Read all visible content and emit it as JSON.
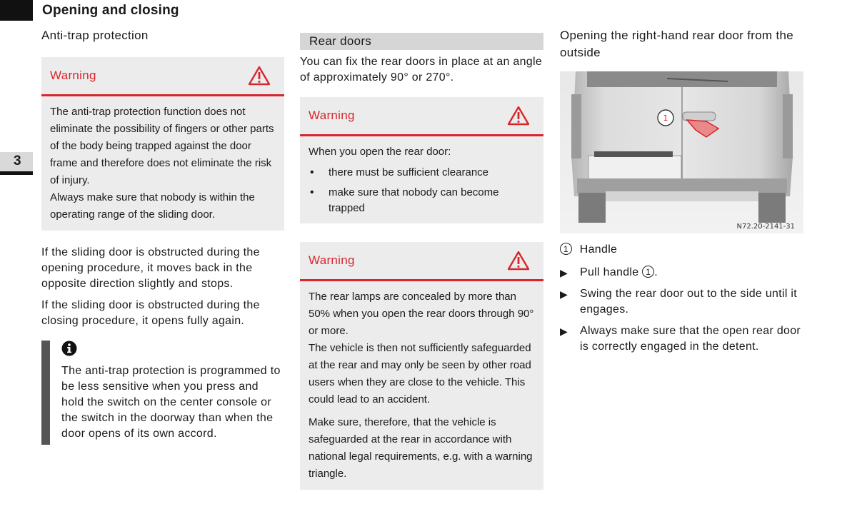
{
  "header": {
    "title": "Opening and closing",
    "chapter": "3"
  },
  "col1": {
    "subhead": "Anti-trap protection",
    "warning": {
      "label": "Warning",
      "text1": "The anti-trap protection function does not eliminate the possibility of fingers or other parts of the body being trapped against the door frame and therefore does not eliminate the risk of injury.",
      "text2": "Always make sure that nobody is within the operating range of the sliding door."
    },
    "para1": "If the sliding door is obstructed during the opening procedure, it moves back in the opposite direction slightly and stops.",
    "para2": "If the sliding door is obstructed during the closing procedure, it opens fully again.",
    "info": "The anti-trap protection is programmed to be less sensitive when you press and hold the switch on the center console or the switch in the doorway than when the door opens of its own accord."
  },
  "col2": {
    "heading": "Rear doors",
    "intro": "You can fix the rear doors in place at an angle of approximately 90° or 270°.",
    "warning1": {
      "label": "Warning",
      "intro": "When you open the rear door:",
      "bullets": [
        "there must be sufficient clearance",
        "make sure that nobody can become trapped"
      ]
    },
    "warning2": {
      "label": "Warning",
      "text1": "The rear lamps are concealed by more than 50% when you open the rear doors through 90° or more.",
      "text2": "The vehicle is then not sufficiently safeguarded at the rear and may only be seen by other road users when they are close to the vehicle. This could lead to an accident.",
      "text3": "Make sure, therefore, that the vehicle is safeguarded at the rear in accordance with national legal requirements, e.g. with a warning triangle."
    }
  },
  "col3": {
    "heading": "Opening the right-hand rear door from the outside",
    "image_code": "N72.20-2141-31",
    "callout": "1",
    "legend_label": "Handle",
    "step1_prefix": "Pull handle",
    "step1_suffix": ".",
    "step2": "Swing the rear door out to the side until it engages.",
    "step3": "Always make sure that the open rear door is correctly engaged in the detent."
  },
  "colors": {
    "warning_red": "#d8262d",
    "box_gray": "#ececec",
    "heading_gray": "#d6d6d6"
  },
  "icons": {
    "warning": "warning-triangle-icon",
    "info": "info-icon",
    "step": "arrow-right-icon"
  }
}
